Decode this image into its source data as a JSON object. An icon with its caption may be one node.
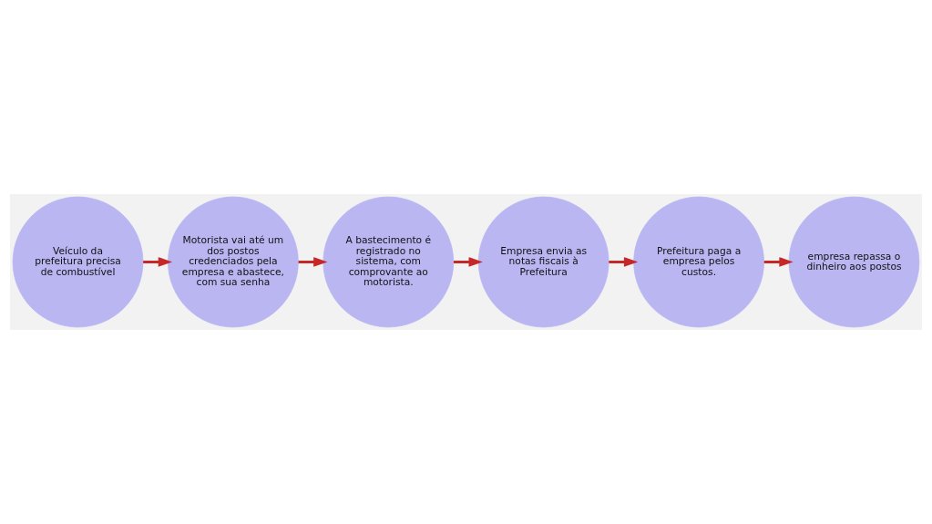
{
  "diagram": {
    "nodes": [
      {
        "text": [
          "Veículo da prefeitura precisa de combustível"
        ]
      },
      {
        "text": [
          "Motorista vai até um dos postos credenciados pela empresa e abastece, com sua senha"
        ]
      },
      {
        "text": [
          "A bastecimento é registrado no sistema, com comprovante ao motorista."
        ]
      },
      {
        "text": [
          "Empresa envia as notas fiscais à Prefeitura"
        ]
      },
      {
        "text": [
          "Prefeitura paga a empresa pelos custos."
        ]
      },
      {
        "text": [
          "empresa repassa o dinheiro aos postos"
        ]
      }
    ],
    "edges": [
      {
        "from": 0,
        "to": 1,
        "arrow": "to"
      },
      {
        "from": 1,
        "to": 2,
        "arrow": "to"
      },
      {
        "from": 2,
        "to": 3,
        "arrow": "to"
      },
      {
        "from": 3,
        "to": 4,
        "arrow": "to"
      },
      {
        "from": 4,
        "to": 5,
        "arrow": "to"
      }
    ]
  }
}
